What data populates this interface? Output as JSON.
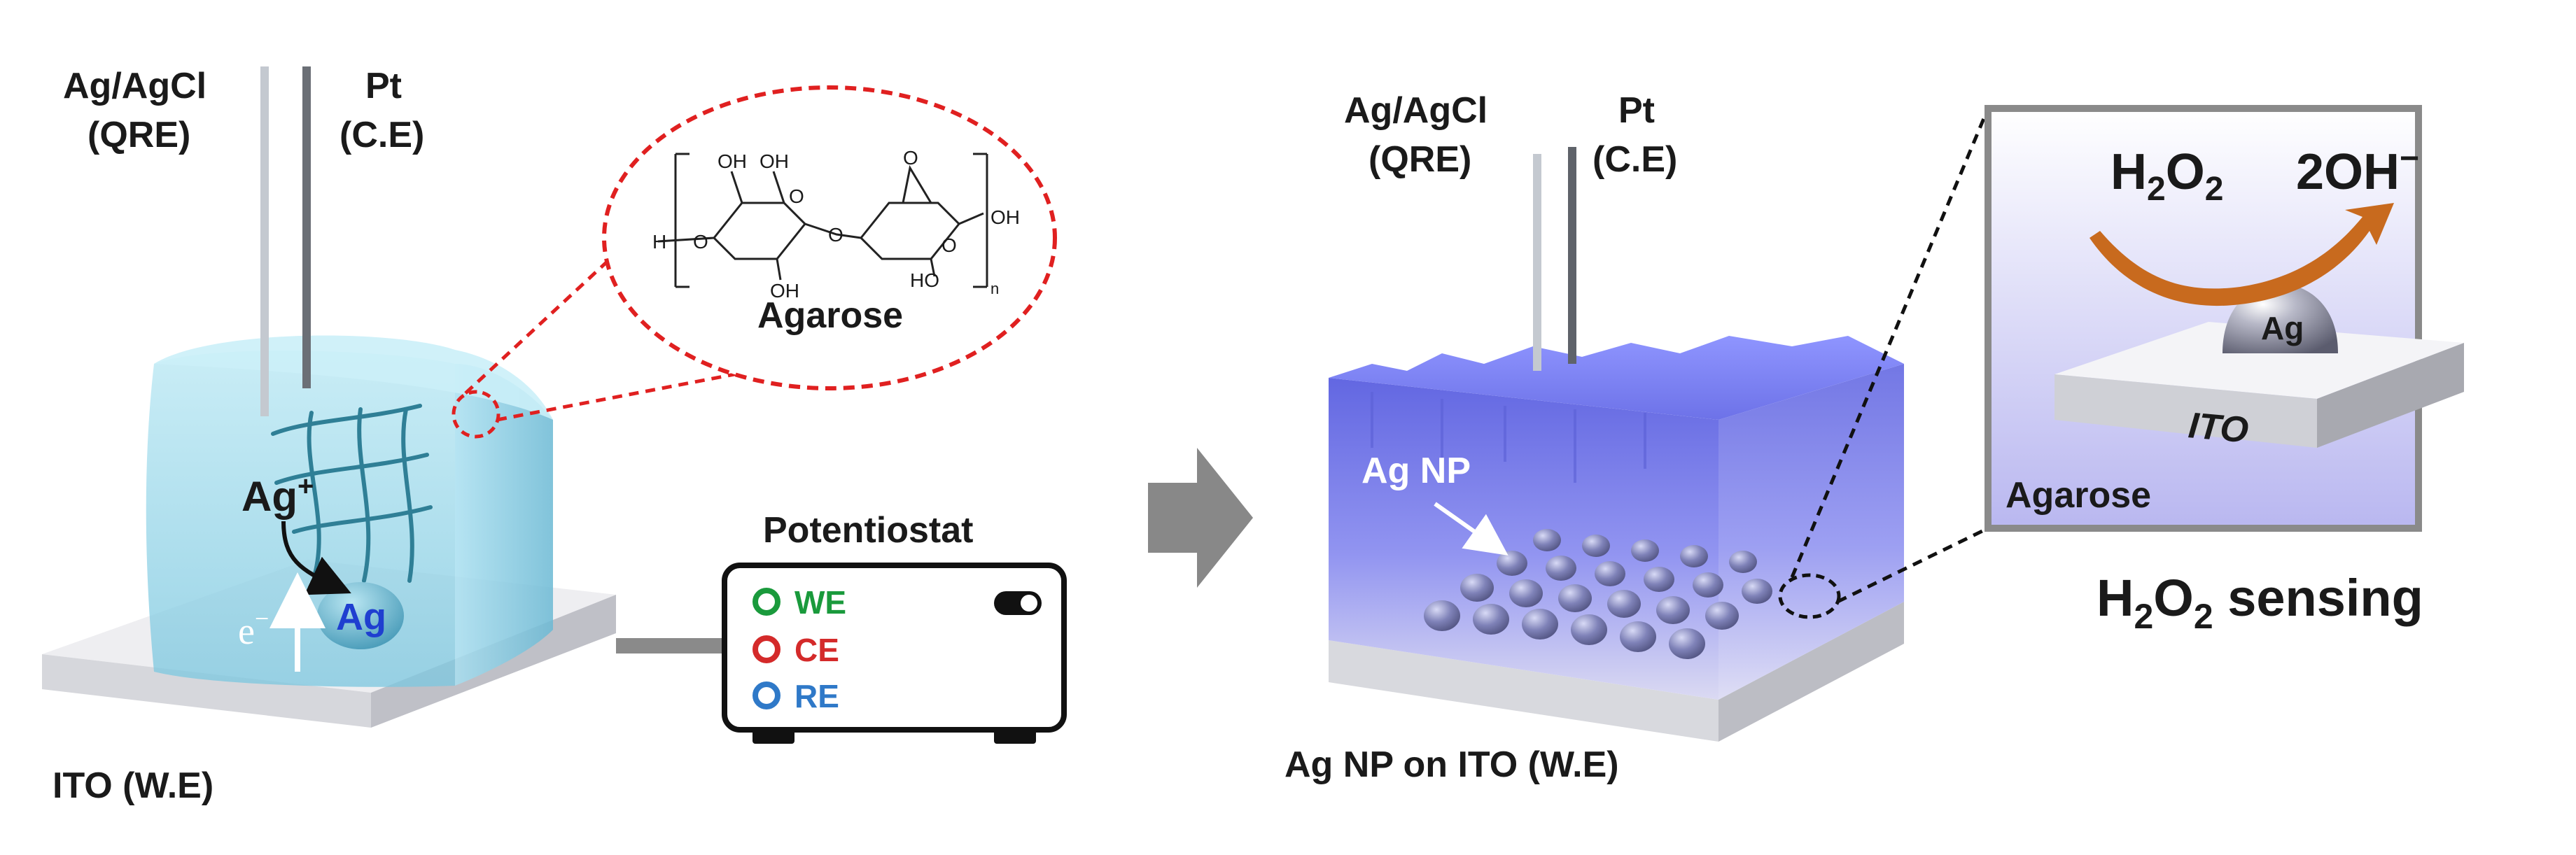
{
  "left_panel": {
    "ref_electrode_label": "Ag/AgCl",
    "ref_electrode_sub": "(QRE)",
    "counter_electrode_label": "Pt",
    "counter_electrode_sub": "(C.E)",
    "ion_label": "Ag",
    "ion_charge": "+",
    "deposit_label": "Ag",
    "electron_label": "e",
    "electron_charge": "−",
    "substrate_label": "ITO (W.E)",
    "zoom_caption": "Agarose",
    "zoom_atoms": [
      "OH",
      "OH",
      "H",
      "O",
      "O",
      "OH",
      "O",
      "O",
      "HO",
      "O",
      "OH",
      "n"
    ]
  },
  "potentiostat": {
    "title": "Potentiostat",
    "ports": [
      {
        "label": "WE",
        "color": "#1a9a3c"
      },
      {
        "label": "CE",
        "color": "#d42a2a"
      },
      {
        "label": "RE",
        "color": "#2f79c8"
      }
    ]
  },
  "right_panel": {
    "ref_electrode_label": "Ag/AgCl",
    "ref_electrode_sub": "(QRE)",
    "counter_electrode_label": "Pt",
    "counter_electrode_sub": "(C.E)",
    "np_label": "Ag NP",
    "substrate_label": "Ag NP on ITO (W.E)"
  },
  "inset": {
    "reactant": "H",
    "reactant_sub1": "2",
    "reactant_tail": "O",
    "reactant_sub2": "2",
    "product": "2OH",
    "product_charge": "−",
    "particle_label": "Ag",
    "substrate_label": "ITO",
    "medium_label": "Agarose"
  },
  "caption": {
    "prefix": "H",
    "sub1": "2",
    "mid": "O",
    "sub2": "2",
    "suffix": " sensing"
  },
  "colors": {
    "gel_left": "#8fd3e6",
    "gel_right": "#6b6fe0",
    "zoom_dash": "#e02020",
    "arrow": "#888888",
    "reaction_arrow": "#c86a1e"
  }
}
